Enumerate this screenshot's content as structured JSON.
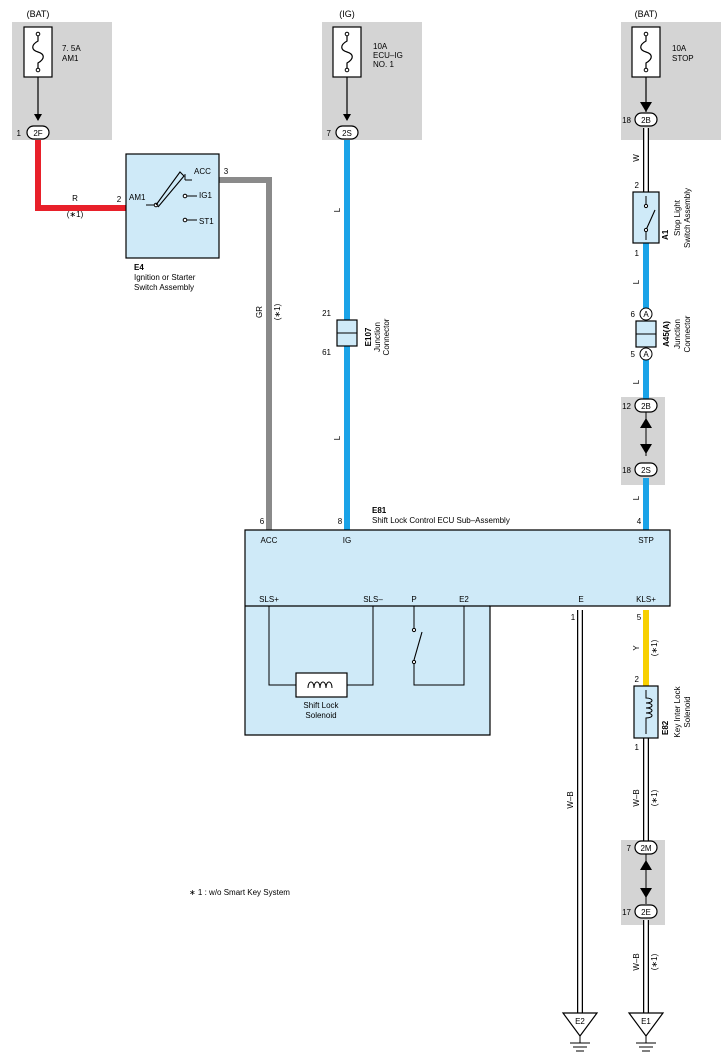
{
  "sources": {
    "left": {
      "supply": "(BAT)",
      "fuse_rating": "7. 5A",
      "fuse_name": "AM1",
      "pin": "1",
      "connector": "2F"
    },
    "center": {
      "supply": "(IG)",
      "fuse_rating": "10A",
      "fuse_name_1": "ECU–IG",
      "fuse_name_2": "NO. 1",
      "pin": "7",
      "connector": "2S"
    },
    "right": {
      "supply": "(BAT)",
      "fuse_rating": "10A",
      "fuse_name": "STOP",
      "pin": "18",
      "connector": "2B"
    }
  },
  "ignition_switch": {
    "code": "E4",
    "name_1": "Ignition or Starter",
    "name_2": "Switch Assembly",
    "pin_in": "2",
    "pin_acc": "3",
    "term_am1": "AM1",
    "term_acc": "ACC",
    "term_ig1": "IG1",
    "term_st1": "ST1"
  },
  "wires": {
    "red": {
      "color_code": "R",
      "note": "(∗1)",
      "color": "#e8202a"
    },
    "gray": {
      "color_code": "GR",
      "note": "(∗1)",
      "color": "#8a8a8a"
    },
    "blue_center_top": {
      "color_code": "L",
      "color": "#1aa3e8"
    },
    "blue_center_bottom": {
      "color_code": "L"
    },
    "white_top": {
      "color_code": "W"
    },
    "blue_right_1": {
      "color_code": "L"
    },
    "blue_right_2": {
      "color_code": "L"
    },
    "blue_right_3": {
      "color_code": "L"
    },
    "yellow": {
      "color_code": "Y",
      "note": "(∗1)",
      "color": "#f7d000"
    },
    "wb_left": {
      "color_code": "W–B"
    },
    "wb_right_1": {
      "color_code": "W–B",
      "note": "(∗1)"
    },
    "wb_right_2": {
      "color_code": "W–B",
      "note": "(∗1)"
    }
  },
  "junction_e107": {
    "code": "E107",
    "name_1": "Junction",
    "name_2": "Connector",
    "pin_top": "21",
    "pin_bottom": "61"
  },
  "stop_light_switch": {
    "code": "A1",
    "name_1": "Stop Light",
    "name_2": "Switch Assembly",
    "pin_top": "2",
    "pin_bottom": "1"
  },
  "junction_a45": {
    "code": "A45(A)",
    "name_1": "Junction",
    "name_2": "Connector",
    "pin_top": "6",
    "pin_bottom": "5",
    "letter": "A"
  },
  "connector_2b_mid": {
    "pin": "12",
    "connector": "2B"
  },
  "connector_2s_mid": {
    "pin": "18",
    "connector": "2S"
  },
  "ecu": {
    "code": "E81",
    "name": "Shift Lock Control ECU Sub–Assembly",
    "pin_acc": "6",
    "pin_ig": "8",
    "pin_stp": "4",
    "pin_e": "1",
    "pin_kls": "5",
    "label_acc": "ACC",
    "label_ig": "IG",
    "label_stp": "STP",
    "label_sls_plus": "SLS+",
    "label_sls_minus": "SLS–",
    "label_p": "P",
    "label_e2": "E2",
    "label_e": "E",
    "label_kls": "KLS+",
    "fill": "#cfeaf8"
  },
  "shift_lock_solenoid": {
    "name_1": "Shift Lock",
    "name_2": "Solenoid"
  },
  "key_interlock_solenoid": {
    "code": "E82",
    "name_1": "Key Inter Lock",
    "name_2": "Solenoid",
    "pin_top": "2",
    "pin_bottom": "1"
  },
  "connector_2m": {
    "pin": "7",
    "connector": "2M"
  },
  "connector_2e": {
    "pin": "17",
    "connector": "2E"
  },
  "grounds": {
    "left": "E2",
    "right": "E1"
  },
  "footnote": "∗ 1 : w/o Smart Key System"
}
